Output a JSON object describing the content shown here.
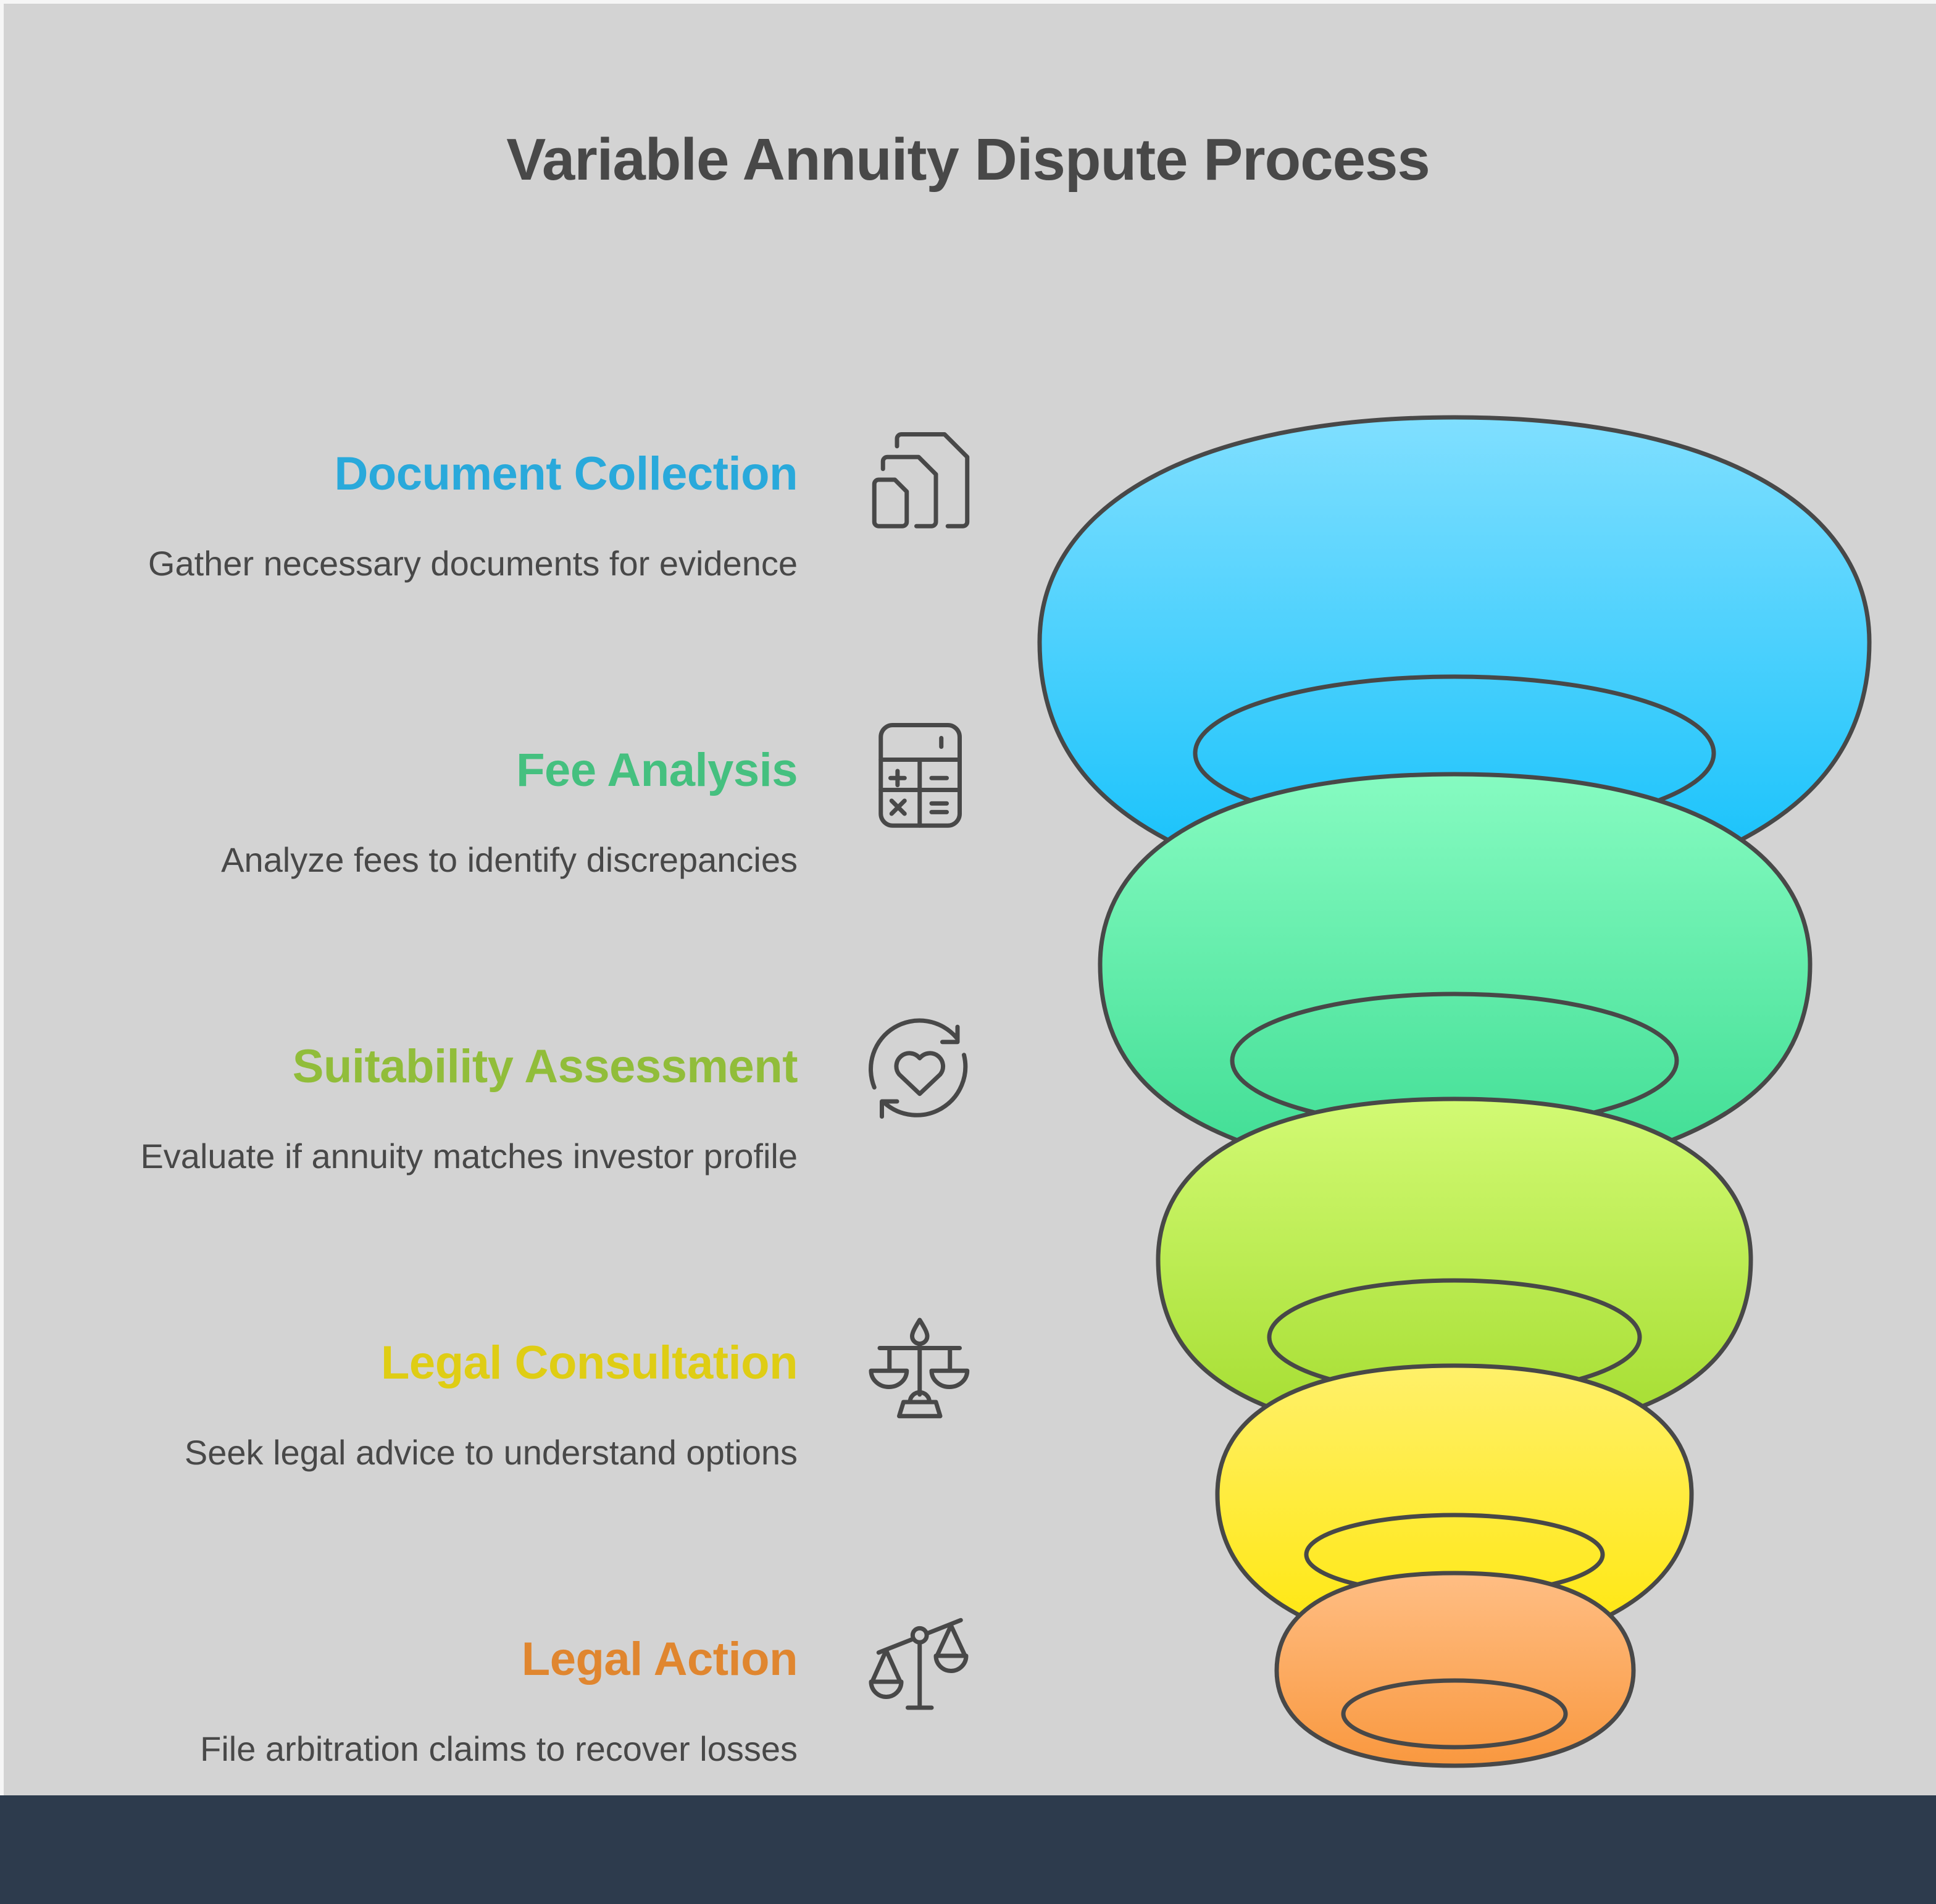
{
  "title": "Variable Annuity Dispute Process",
  "steps": [
    {
      "title": "Document Collection",
      "description": "Gather necessary documents for evidence",
      "icon": "documents-icon",
      "color": "#29a9db",
      "layer_gradient": [
        "#80dfff",
        "#1bc3fb"
      ]
    },
    {
      "title": "Fee Analysis",
      "description": "Analyze fees to identify discrepancies",
      "icon": "calculator-icon",
      "color": "#45c07f",
      "layer_gradient": [
        "#86fbc1",
        "#44df97"
      ]
    },
    {
      "title": "Suitability Assessment",
      "description": "Evaluate if annuity matches investor profile",
      "icon": "heart-refresh-icon",
      "color": "#91bd3a",
      "layer_gradient": [
        "#d2fa74",
        "#a8df35"
      ]
    },
    {
      "title": "Legal Consultation",
      "description": "Seek legal advice to understand options",
      "icon": "balanced-scale-icon",
      "color": "#dfcd14",
      "layer_gradient": [
        "#fff06a",
        "#ffe816"
      ]
    },
    {
      "title": "Legal Action",
      "description": "File arbitration claims to recover losses",
      "icon": "tilted-scale-icon",
      "color": "#e0862f",
      "layer_gradient": [
        "#ffbe84",
        "#f9983f"
      ]
    }
  ],
  "colors": {
    "background": "#d3d3d3",
    "footer": "#2d3b4d",
    "text": "#484848",
    "outline": "#484848"
  }
}
